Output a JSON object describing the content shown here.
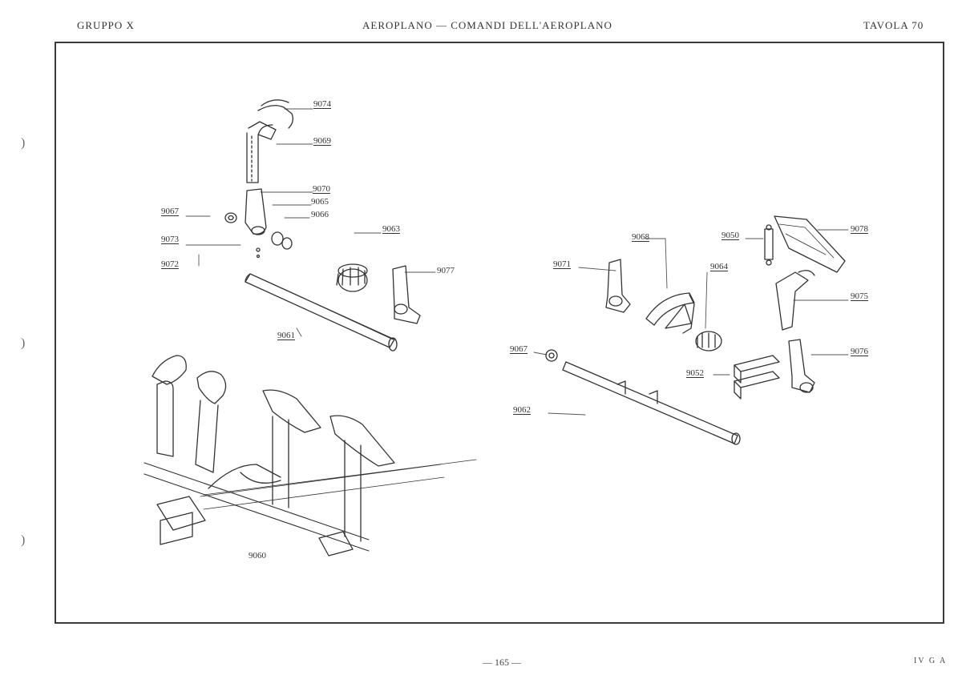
{
  "header": {
    "left": "GRUPPO X",
    "center": "AEROPLANO — COMANDI DELL'AEROPLANO",
    "right": "TAVOLA 70"
  },
  "parts": [
    {
      "id": "p9074",
      "label": "9074"
    },
    {
      "id": "p9069",
      "label": "9069"
    },
    {
      "id": "p9070",
      "label": "9070"
    },
    {
      "id": "p9065",
      "label": "9065"
    },
    {
      "id": "p9066",
      "label": "9066"
    },
    {
      "id": "p9067a",
      "label": "9067"
    },
    {
      "id": "p9073",
      "label": "9073"
    },
    {
      "id": "p9072",
      "label": "9072"
    },
    {
      "id": "p9063",
      "label": "9063"
    },
    {
      "id": "p9077",
      "label": "9077"
    },
    {
      "id": "p9061",
      "label": "9061"
    },
    {
      "id": "p9060",
      "label": "9060"
    },
    {
      "id": "p9068",
      "label": "9068"
    },
    {
      "id": "p9050",
      "label": "9050"
    },
    {
      "id": "p9078",
      "label": "9078"
    },
    {
      "id": "p9071",
      "label": "9071"
    },
    {
      "id": "p9064",
      "label": "9064"
    },
    {
      "id": "p9075",
      "label": "9075"
    },
    {
      "id": "p9067b",
      "label": "9067"
    },
    {
      "id": "p9076",
      "label": "9076"
    },
    {
      "id": "p9052",
      "label": "9052"
    },
    {
      "id": "p9062",
      "label": "9062"
    }
  ],
  "footer": {
    "page": "— 165 —",
    "code": "IV G A"
  }
}
